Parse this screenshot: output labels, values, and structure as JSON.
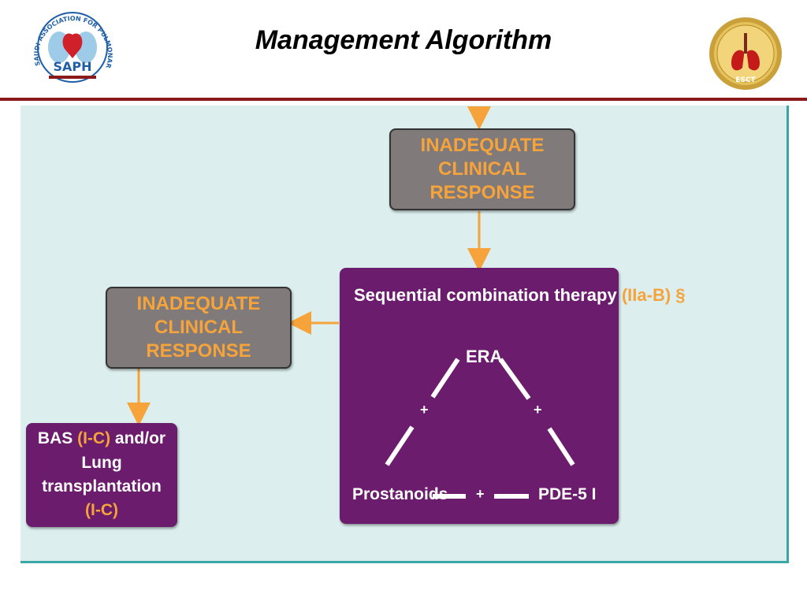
{
  "slide": {
    "title": "Management Algorithm"
  },
  "logos": {
    "left": {
      "arc_text": "SAUDI ASSOCIATION FOR PULMONARY HYPERTENSION",
      "abbrev": "SAPH"
    },
    "right": {
      "abbrev": "ESCT"
    }
  },
  "diagram": {
    "top_response_box": {
      "line1": "INADEQUATE CLINICAL",
      "line2": "RESPONSE"
    },
    "left_response_box": {
      "line1": "INADEQUATE CLINICAL",
      "line2": "RESPONSE"
    },
    "combo_box": {
      "heading": "Sequential combination therapy ",
      "heading_class": "(IIa-B) §",
      "era": "ERA",
      "plus_left": "+",
      "plus_right": "+",
      "plus_bottom": "+",
      "prostanoids": "Prostanoids",
      "pde5": "PDE-5 I"
    },
    "bas_box": {
      "bas": "BAS ",
      "bas_class": "(I-C)",
      "and_or": " and/or",
      "lung": "Lung transplantation",
      "lung_class": "(I-C)"
    }
  },
  "colors": {
    "accent_orange": "#f5a33a",
    "box_purple": "#6b1c6c",
    "box_gray": "#807b7a",
    "panel_bg": "#dcefee",
    "rule_red": "#8b1a1a"
  }
}
